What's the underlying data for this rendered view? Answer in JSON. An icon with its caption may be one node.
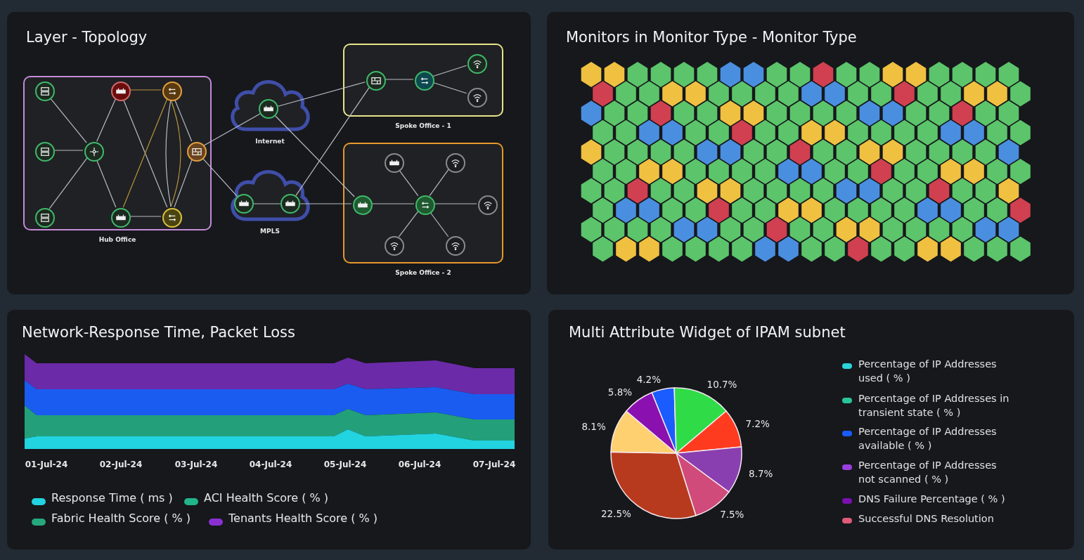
{
  "diagram": {
    "nodes": [
      {
        "text": [
          "Hub Office"
        ]
      },
      {
        "text": [],
        "shape": "circle",
        "in": 0
      },
      {
        "text": [],
        "shape": "circle",
        "in": 0
      },
      {
        "text": [],
        "shape": "circle",
        "in": 0
      },
      {
        "text": [],
        "shape": "circle",
        "in": 0
      },
      {
        "text": [],
        "shape": "circle",
        "in": 0
      },
      {
        "text": [],
        "shape": "circle",
        "in": 0
      },
      {
        "text": [],
        "shape": "circle",
        "in": 0
      },
      {
        "text": [],
        "shape": "circle",
        "in": 0
      },
      {
        "text": [],
        "shape": "circle",
        "in": 0
      },
      {
        "text": [
          "Internet"
        ]
      },
      {
        "text": [],
        "shape": "circle",
        "in": 10
      },
      {
        "text": [
          "MPLS"
        ]
      },
      {
        "text": [],
        "shape": "circle",
        "in": 12
      },
      {
        "text": [],
        "shape": "circle",
        "in": 12
      },
      {
        "text": [
          "Spoke Office - 1"
        ]
      },
      {
        "text": [],
        "shape": "circle",
        "in": 15
      },
      {
        "text": [],
        "shape": "circle",
        "in": 15
      },
      {
        "text": [],
        "shape": "circle",
        "in": 15
      },
      {
        "text": [],
        "shape": "circle",
        "in": 15
      },
      {
        "text": [
          "Spoke Office - 2"
        ]
      },
      {
        "text": [],
        "shape": "circle",
        "in": 20
      },
      {
        "text": [],
        "shape": "circle",
        "in": 20
      },
      {
        "text": [],
        "shape": "circle",
        "in": 20
      },
      {
        "text": [],
        "shape": "circle",
        "in": 20
      },
      {
        "text": [],
        "shape": "circle",
        "in": 20
      },
      {
        "text": [],
        "shape": "circle",
        "in": 20
      },
      {
        "text": [],
        "shape": "circle",
        "in": 20
      }
    ],
    "edges": [
      {
        "from": 1,
        "to": 4,
        "arrow": "none"
      },
      {
        "from": 2,
        "to": 4,
        "arrow": "none"
      },
      {
        "from": 3,
        "to": 4,
        "arrow": "none"
      },
      {
        "from": 4,
        "to": 5,
        "arrow": "none"
      },
      {
        "from": 4,
        "to": 7,
        "arrow": "none"
      },
      {
        "from": 5,
        "to": 6,
        "arrow": "none",
        "color": "#b8963c"
      },
      {
        "from": 5,
        "to": 8,
        "arrow": "none"
      },
      {
        "from": 7,
        "to": 8,
        "arrow": "none"
      },
      {
        "from": 7,
        "to": 6,
        "arrow": "none",
        "color": "#b8963c"
      },
      {
        "from": 6,
        "to": 8,
        "arrow": "none",
        "color": "#b8963c"
      },
      {
        "from": 6,
        "to": 8,
        "arrow": "none"
      },
      {
        "from": 6,
        "to": 9,
        "arrow": "none"
      },
      {
        "from": 9,
        "to": 8,
        "arrow": "none"
      },
      {
        "from": 9,
        "to": 11,
        "arrow": "none"
      },
      {
        "from": 9,
        "to": 13,
        "arrow": "none"
      },
      {
        "from": 11,
        "to": 16,
        "arrow": "none"
      },
      {
        "from": 11,
        "to": 21,
        "arrow": "none"
      },
      {
        "from": 13,
        "to": 14,
        "arrow": "none"
      },
      {
        "from": 14,
        "to": 16,
        "arrow": "none"
      },
      {
        "from": 14,
        "to": 21,
        "arrow": "none"
      },
      {
        "from": 16,
        "to": 17,
        "arrow": "none"
      },
      {
        "from": 17,
        "to": 18,
        "arrow": "none"
      },
      {
        "from": 17,
        "to": 19,
        "arrow": "none"
      },
      {
        "from": 21,
        "to": 22,
        "arrow": "none"
      },
      {
        "from": 22,
        "to": 23,
        "arrow": "none"
      },
      {
        "from": 22,
        "to": 24,
        "arrow": "none"
      },
      {
        "from": 22,
        "to": 25,
        "arrow": "none"
      },
      {
        "from": 22,
        "to": 26,
        "arrow": "none"
      },
      {
        "from": 22,
        "to": 27,
        "arrow": "none"
      }
    ],
    "labels": [
      "Layer - Topology",
      "Monitors in Monitor Type - Monitor Type",
      "Network-Response Time, Packet Loss",
      "01-Jul-24",
      "02-Jul-24",
      "03-Jul-24",
      "04-Jul-24",
      "05-Jul-24",
      "06-Jul-24",
      "07-Jul-24",
      "Multi Attribute Widget of IPAM subnet"
    ],
    "legend": [
      {
        "text": "Response Time ( ms )",
        "color": "#22d3e0"
      },
      {
        "text": "ACI Health Score ( % )",
        "color": "#22b48a"
      },
      {
        "text": "Fabric Health Score ( % )",
        "color": "#26a87c"
      },
      {
        "text": "Tenants Health Score ( % )",
        "color": "#8a30d0"
      },
      {
        "text": "Percentage of IP Addresses used ( % )",
        "color": "#2ad4d8"
      },
      {
        "text": "Percentage of IP Addresses in transient state ( % )",
        "color": "#2ac49a"
      },
      {
        "text": "Percentage of IP Addresses available ( % )",
        "color": "#1a5cff"
      },
      {
        "text": "Percentage of IP Addresses not scanned ( % )",
        "color": "#9b3fe0"
      },
      {
        "text": "DNS Failure Percentage ( % )",
        "color": "#7a10b0"
      },
      {
        "text": "Successful DNS Resolution",
        "color": "#e05a7a"
      }
    ],
    "chart_data": {
      "type": "pie",
      "values": [
        4.2,
        10.7,
        7.2,
        8.7,
        7.5,
        22.5,
        8.1,
        5.8
      ],
      "value_labels": [
        "4.2%",
        "10.7%",
        "7.2%",
        "8.7%",
        "7.5%",
        "22.5%",
        "8.1%",
        "5.8%"
      ]
    }
  }
}
